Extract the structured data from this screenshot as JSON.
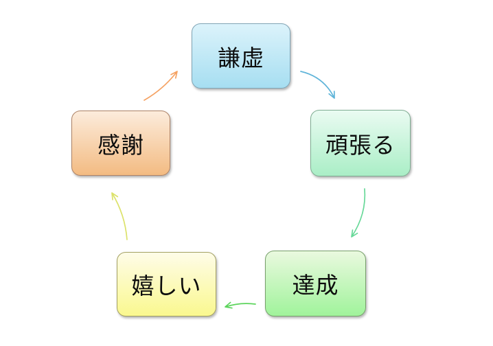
{
  "diagram": {
    "type": "cycle",
    "background": "#ffffff",
    "text_color": "#0d0d0d",
    "nodes": [
      {
        "id": "kenkyo",
        "label": "謙虚",
        "fill_top": "#dcf3fb",
        "fill_bottom": "#a6def1",
        "border": "#7fa4b5"
      },
      {
        "id": "ganbaru",
        "label": "頑張る",
        "fill_top": "#eafbf2",
        "fill_bottom": "#aaeec6",
        "border": "#7fad92"
      },
      {
        "id": "tassei",
        "label": "達成",
        "fill_top": "#eaf9df",
        "fill_bottom": "#a0f39b",
        "border": "#77a06b"
      },
      {
        "id": "ureshii",
        "label": "嬉しい",
        "fill_top": "#fefce8",
        "fill_bottom": "#faf88f",
        "border": "#a3a062"
      },
      {
        "id": "kansha",
        "label": "感謝",
        "fill_top": "#fcecdc",
        "fill_bottom": "#f3bb82",
        "border": "#ad8266"
      }
    ],
    "arrows": [
      {
        "from": "謙虚",
        "to": "頑張る",
        "color": "#5fb4d9"
      },
      {
        "from": "頑張る",
        "to": "達成",
        "color": "#67d898"
      },
      {
        "from": "達成",
        "to": "嬉しい",
        "color": "#5bd45b"
      },
      {
        "from": "嬉しい",
        "to": "感謝",
        "color": "#dce26b"
      },
      {
        "from": "感謝",
        "to": "謙虚",
        "color": "#f5a263"
      }
    ]
  }
}
